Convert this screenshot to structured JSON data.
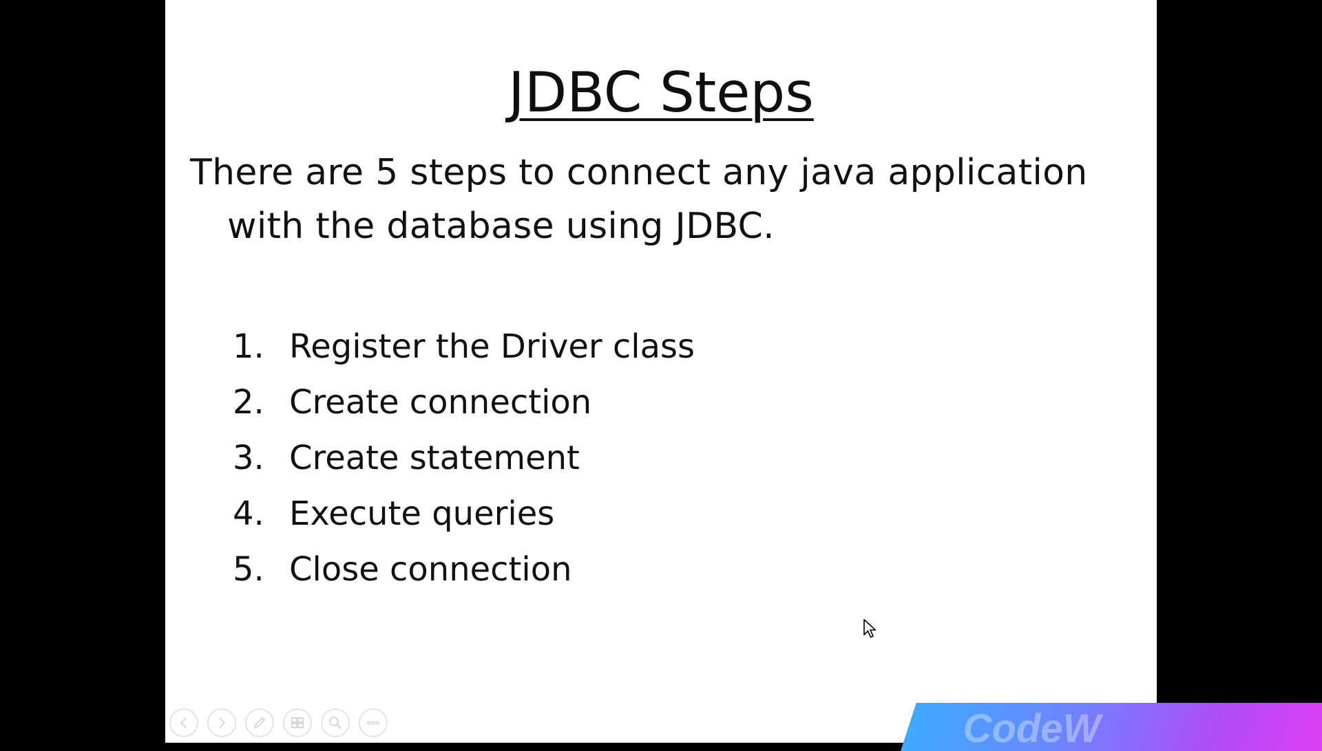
{
  "slide": {
    "title": "JDBC Steps",
    "intro": "There are 5 steps to connect any java application with the database using JDBC.",
    "steps": [
      {
        "number": "1.",
        "text": "Register the Driver class"
      },
      {
        "number": "2.",
        "text": "Create connection"
      },
      {
        "number": "3.",
        "text": "Create statement"
      },
      {
        "number": "4.",
        "text": "Execute queries"
      },
      {
        "number": "5.",
        "text": "Close connection"
      }
    ]
  },
  "toolbar": {
    "icons": [
      "previous-icon",
      "next-icon",
      "pen-icon",
      "slides-grid-icon",
      "zoom-icon",
      "more-icon"
    ]
  },
  "watermark": {
    "text": "CodeW"
  },
  "colors": {
    "slide_bg": "#ffffff",
    "frame_bg": "#000000",
    "text": "#111111",
    "watermark_start": "#3ea9ff",
    "watermark_end": "#e53df2"
  }
}
